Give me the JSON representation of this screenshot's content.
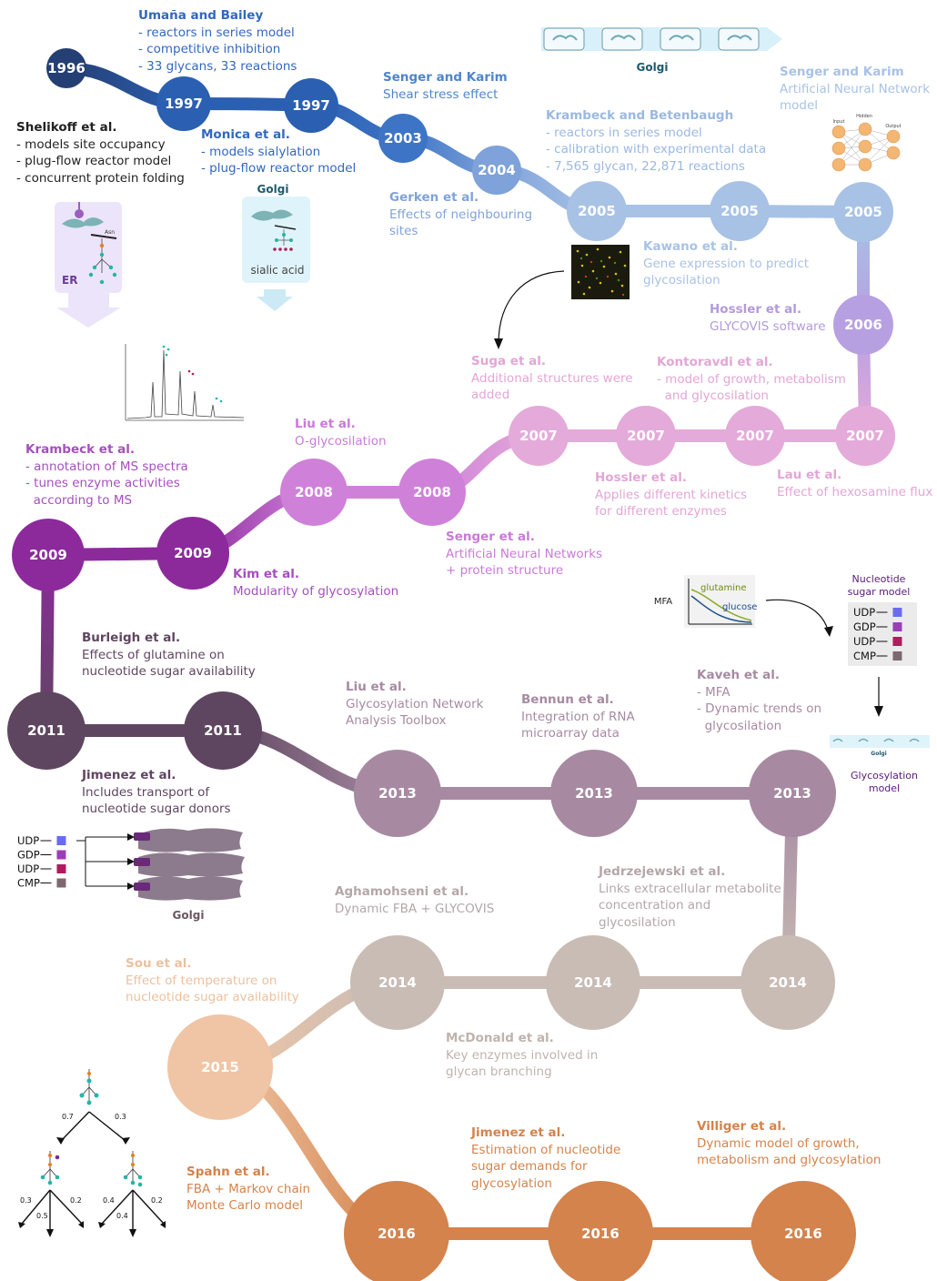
{
  "colors": {
    "c1996": "#243f73",
    "c1997": "#2b5fb2",
    "c2003": "#3d74c6",
    "c2004": "#7ea2d9",
    "c2005": "#a8c2e6",
    "c2006": "#b7a0e2",
    "c2007": "#e4aad9",
    "c2008": "#cf81d9",
    "c2009": "#8c2a9c",
    "c2011": "#5f4660",
    "c2013": "#a78aa2",
    "c2014": "#c8bcb5",
    "c2015": "#efc5a6",
    "c2016": "#d4834c"
  },
  "years": {
    "y1996": "1996",
    "y1997a": "1997",
    "y1997b": "1997",
    "y2003": "2003",
    "y2004": "2004",
    "y2005a": "2005",
    "y2005b": "2005",
    "y2005c": "2005",
    "y2006": "2006",
    "y2007a": "2007",
    "y2007b": "2007",
    "y2007c": "2007",
    "y2007d": "2007",
    "y2008a": "2008",
    "y2008b": "2008",
    "y2009a": "2009",
    "y2009b": "2009",
    "y2011a": "2011",
    "y2011b": "2011",
    "y2013a": "2013",
    "y2013b": "2013",
    "y2013c": "2013",
    "y2014a": "2014",
    "y2014b": "2014",
    "y2014c": "2014",
    "y2015": "2015",
    "y2016a": "2016",
    "y2016b": "2016",
    "y2016c": "2016"
  },
  "entries": {
    "umana": {
      "title": "Umaña and Bailey",
      "lines": [
        "- reactors in series model",
        "- competitive inhibition",
        "- 33 glycans, 33 reactions"
      ]
    },
    "shelikoff": {
      "title": "Shelikoff et al.",
      "lines": [
        "- models site occupancy",
        "- plug-flow reactor model",
        "- concurrent protein folding"
      ]
    },
    "monica": {
      "title": "Monica et al.",
      "lines": [
        "- models sialylation",
        "- plug-flow reactor model"
      ]
    },
    "senger1": {
      "title": "Senger and Karim",
      "lines": [
        "Shear stress effect"
      ]
    },
    "gerken": {
      "title": "Gerken et al.",
      "lines": [
        "Effects of neighbouring",
        "sites"
      ]
    },
    "krambeck1": {
      "title": "Krambeck and Betenbaugh",
      "lines": [
        "- reactors in series model",
        "- calibration with experimental data",
        "- 7,565 glycan, 22,871 reactions"
      ]
    },
    "senger2": {
      "title": "Senger and Karim",
      "lines": [
        "Artificial Neural Network",
        "model"
      ]
    },
    "kawano": {
      "title": "Kawano et al.",
      "lines": [
        "Gene expression to predict",
        "glycosilation"
      ]
    },
    "hossler1": {
      "title": "Hossler et al.",
      "lines": [
        "GLYCOVIS software"
      ]
    },
    "suga": {
      "title": "Suga et al.",
      "lines": [
        "Additional structures were",
        "added"
      ]
    },
    "kontoravdi": {
      "title": "Kontoravdi et al.",
      "lines": [
        "- model of growth, metabolism",
        "  and glycosilation"
      ]
    },
    "liu1": {
      "title": "Liu et al.",
      "lines": [
        "O-glycosilation"
      ]
    },
    "krambeck2": {
      "title": "Krambeck et al.",
      "lines": [
        "- annotation of MS spectra",
        "- tunes enzyme activities",
        "  according to MS"
      ]
    },
    "hossler2": {
      "title": "Hossler et al.",
      "lines": [
        "Applies different kinetics",
        "for different enzymes"
      ]
    },
    "lau": {
      "title": "Lau et al.",
      "lines": [
        "Effect of hexosamine flux"
      ]
    },
    "senger3": {
      "title": "Senger et al.",
      "lines": [
        "Artificial Neural Networks",
        "+ protein structure"
      ]
    },
    "kim": {
      "title": "Kim et al.",
      "lines": [
        "Modularity of glycosylation"
      ]
    },
    "burleigh": {
      "title": "Burleigh et al.",
      "lines": [
        "Effects of glutamine on",
        "nucleotide sugar availability"
      ]
    },
    "liu2": {
      "title": "Liu et al.",
      "lines": [
        "Glycosylation Network",
        "Analysis Toolbox"
      ]
    },
    "bennun": {
      "title": "Bennun et al.",
      "lines": [
        "Integration of RNA",
        "microarray data"
      ]
    },
    "kaveh": {
      "title": "Kaveh et al.",
      "lines": [
        "- MFA",
        "- Dynamic trends on",
        "  glycosilation"
      ]
    },
    "jimenez1": {
      "title": "Jimenez et al.",
      "lines": [
        "Includes transport of",
        "nucleotide sugar donors"
      ]
    },
    "jedrzejewski": {
      "title": "Jedrzejewski et al.",
      "lines": [
        "Links extracellular metabolite",
        "concentration and",
        "glycosilation"
      ]
    },
    "aghamohseni": {
      "title": "Aghamohseni et al.",
      "lines": [
        "Dynamic FBA + GLYCOVIS"
      ]
    },
    "sou": {
      "title": "Sou et al.",
      "lines": [
        "Effect of temperature on",
        "nucleotide sugar availability"
      ]
    },
    "mcdonald": {
      "title": "McDonald et al.",
      "lines": [
        "Key enzymes involved in",
        "glycan branching"
      ]
    },
    "jimenez2": {
      "title": "Jimenez et al.",
      "lines": [
        "Estimation of nucleotide",
        "sugar demands for",
        "glycosylation"
      ]
    },
    "villiger": {
      "title": "Villiger et al.",
      "lines": [
        "Dynamic model of growth,",
        "metabolism and glycosylation"
      ]
    },
    "spahn": {
      "title": "Spahn et al.",
      "lines": [
        "FBA + Markov chain",
        "Monte Carlo model"
      ]
    }
  },
  "labels": {
    "golgi_top": "Golgi",
    "er": "ER",
    "golgi_monica": "Golgi",
    "sialic_acid": "sialic acid",
    "asn": "Asn",
    "nn_input": "Input",
    "nn_hidden": "Hidden",
    "nn_output": "Output",
    "mfa": "MFA",
    "glutamine": "glutamine",
    "glucose": "glucose",
    "nucleotide_sugar_model": [
      "Nucleotide",
      "sugar model"
    ],
    "glycosylation_model": [
      "Glycosylation",
      "model"
    ],
    "golgi_small": "Golgi",
    "golgi_jimenez": "Golgi",
    "sugars": [
      "UDP",
      "GDP",
      "UDP",
      "CMP"
    ],
    "sugar_colors": [
      "#6b6bf0",
      "#9b3fb5",
      "#b01c5e",
      "#7d6870"
    ],
    "markov_probs": {
      "left": "0.7",
      "right": "0.3",
      "ll": "0.3",
      "lm": "0.5",
      "lr": "0.2",
      "rl": "0.4",
      "rm": "0.4",
      "rr": "0.2"
    }
  }
}
